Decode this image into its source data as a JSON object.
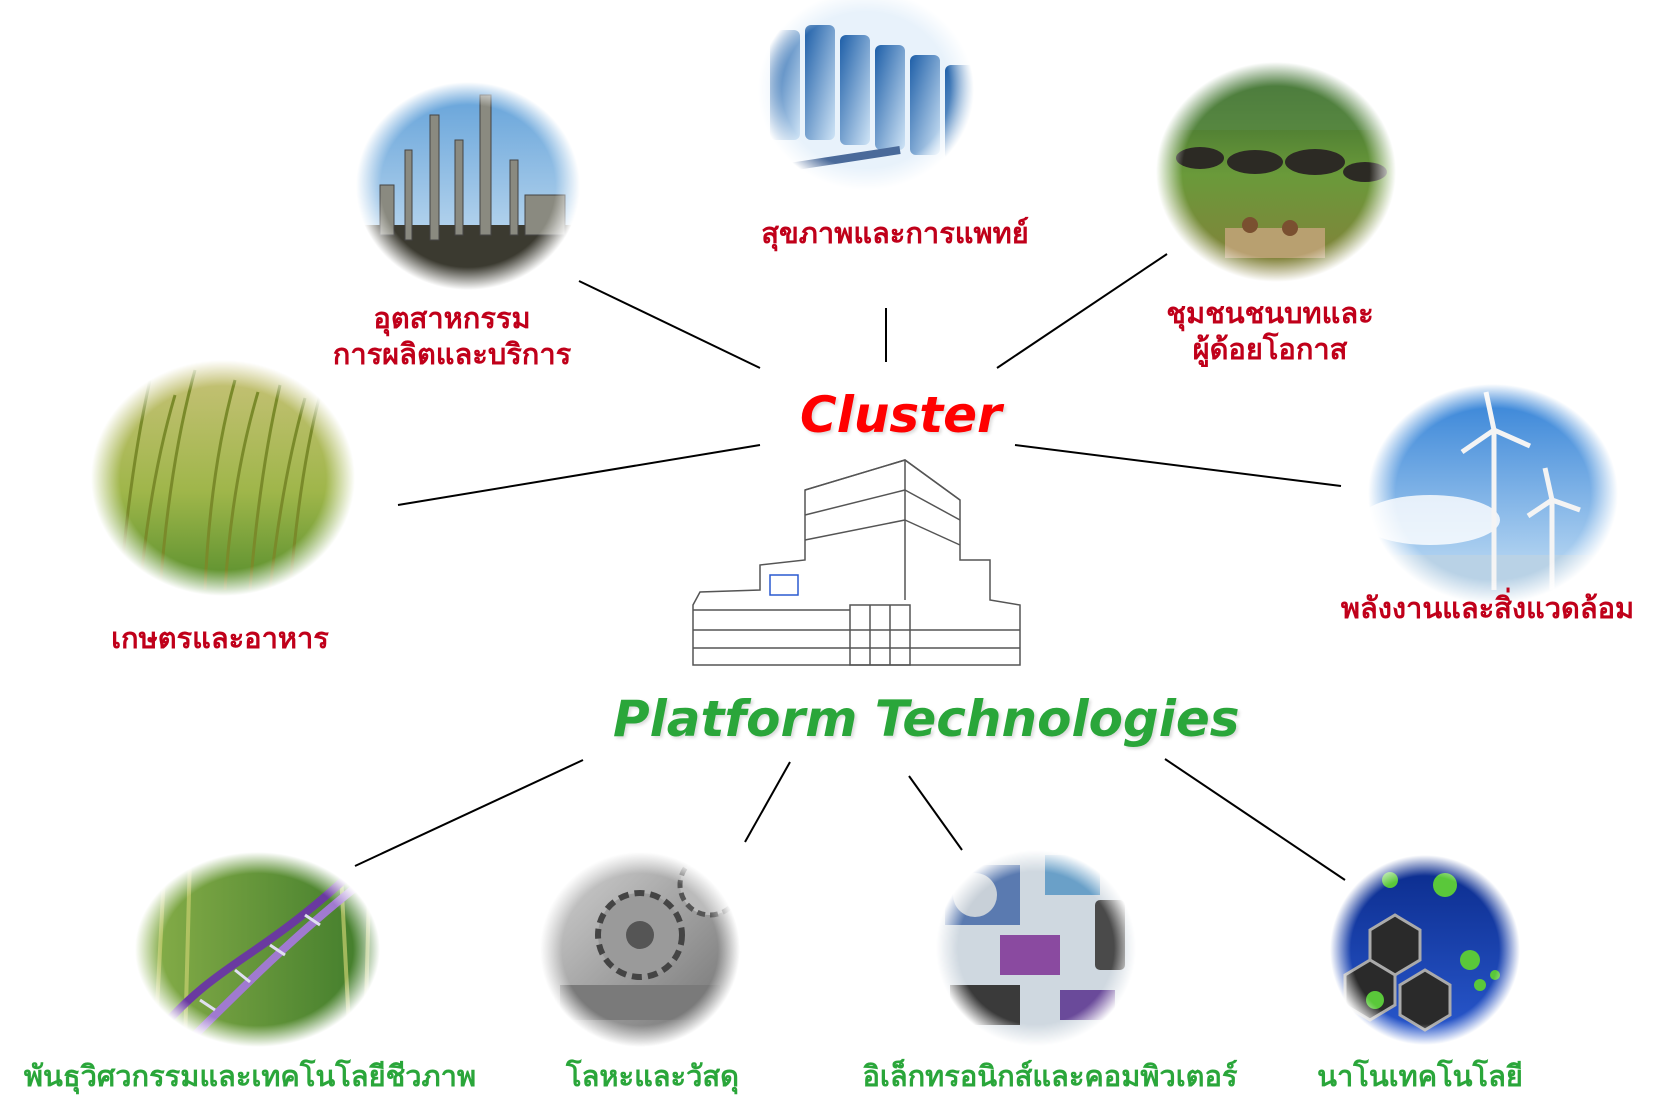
{
  "center": {
    "cluster_title": "Cluster",
    "platform_title": "Platform Technologies"
  },
  "clusters": [
    {
      "label_lines": [
        "อุตสาหกรรม",
        "การผลิตและบริการ"
      ],
      "image": "refinery-photo"
    },
    {
      "label_lines": [
        "สุขภาพและการแพทย์"
      ],
      "image": "vaccine-vials-photo"
    },
    {
      "label_lines": [
        "ชุมชนชนบทและ",
        "ผู้ด้อยโอกาส"
      ],
      "image": "buffalo-field-photo"
    },
    {
      "label_lines": [
        "เกษตรและอาหาร"
      ],
      "image": "rice-field-photo"
    },
    {
      "label_lines": [
        "พลังงานและสิ่งแวดล้อม"
      ],
      "image": "wind-turbines-photo"
    }
  ],
  "platforms": [
    {
      "label": "พันธุวิศวกรรมและเทคโนโลยีชีวภาพ",
      "image": "dna-helix-photo"
    },
    {
      "label": "โลหะและวัสดุ",
      "image": "gears-photo"
    },
    {
      "label": "อิเล็กทรอนิกส์และคอมพิวเตอร์",
      "image": "electronics-collage-photo"
    },
    {
      "label": "นาโนเทคโนโลยี",
      "image": "nano-molecules-photo"
    }
  ],
  "colors": {
    "cluster_title": "#ff0000",
    "cluster_label": "#c0001a",
    "platform": "#2aa63a",
    "connector": "#000000"
  }
}
